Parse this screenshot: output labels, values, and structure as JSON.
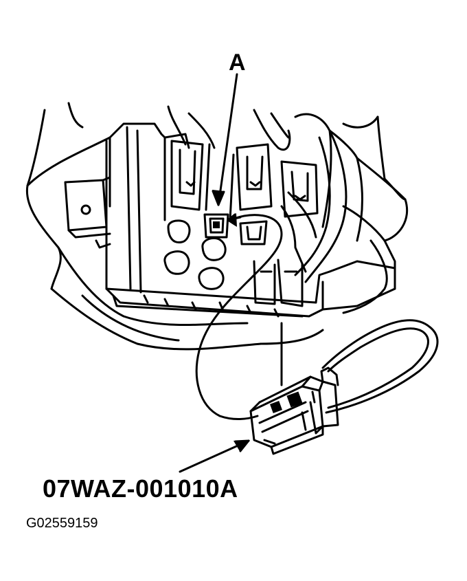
{
  "callout_a": "A",
  "part_number": "07WAZ-001010A",
  "figure_id": "G02559159",
  "colors": {
    "ink": "#000000",
    "paper": "#ffffff"
  }
}
